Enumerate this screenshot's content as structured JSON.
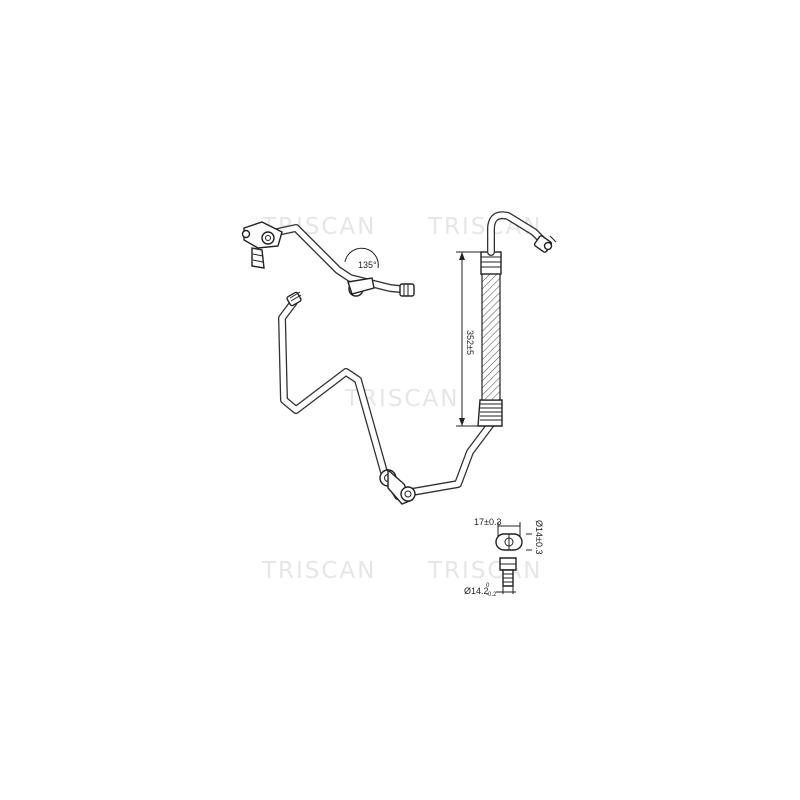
{
  "brand": {
    "watermark": "TRISCAN"
  },
  "diagram": {
    "angle_label": "135°",
    "length_label": "352±5",
    "fitting_width_label": "17±0.3",
    "fitting_bore_label": "Ø14±0.3",
    "thread_label": "Ø14.2",
    "thread_tolerance_upper": "0",
    "thread_tolerance_lower": "-0.2"
  },
  "colors": {
    "line": "#222222",
    "watermark": "#e6e6e6",
    "background": "#ffffff"
  }
}
